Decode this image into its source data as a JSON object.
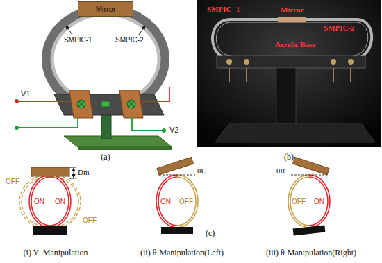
{
  "diagram": {
    "nodes": [
      {
        "text": [
          "Mirror"
        ]
      }
    ],
    "labels": [
      "SMPIC-1",
      "SMPIC-2",
      "V1",
      "V2",
      "(a)",
      "SMPIC -1",
      "Mirror",
      "SMPIC-2",
      "Acrelic Base",
      "(b)",
      "Dm",
      "OFF",
      "ON",
      "ON",
      "OFF",
      "(i) Y- Manipulation",
      "θL",
      "ON",
      "OFF",
      "(ii) θ-Manipulation(Left)",
      "θR",
      "OFF",
      "ON",
      "(iii) θ-Manipulation(Right)",
      "(c)"
    ]
  }
}
